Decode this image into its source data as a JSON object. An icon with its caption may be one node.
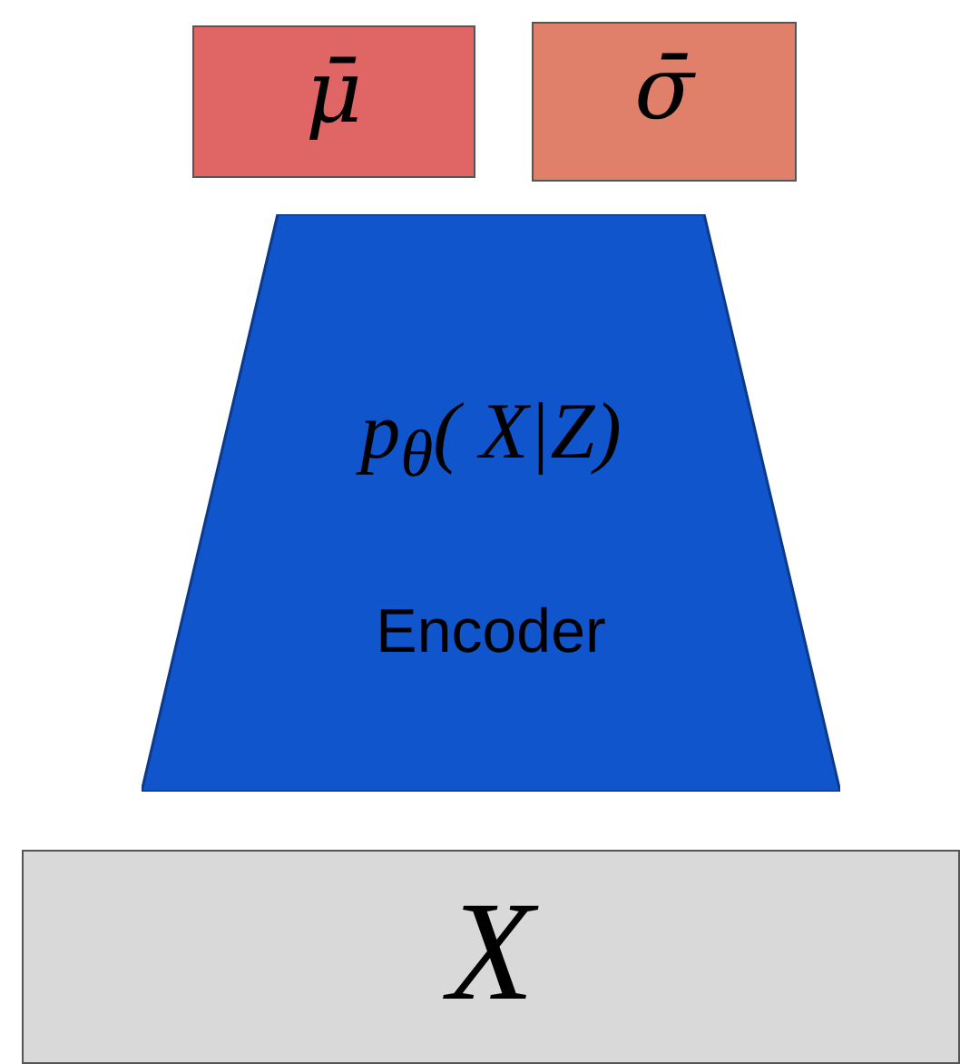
{
  "diagram": {
    "nodes": [
      {
        "text": [
          "μ̄"
        ]
      },
      {
        "text": [
          "σ̄"
        ]
      },
      {
        "text": [
          "p$_{θ}$( X|Z)",
          "Encoder"
        ]
      },
      {
        "text": [
          "X"
        ]
      }
    ]
  }
}
